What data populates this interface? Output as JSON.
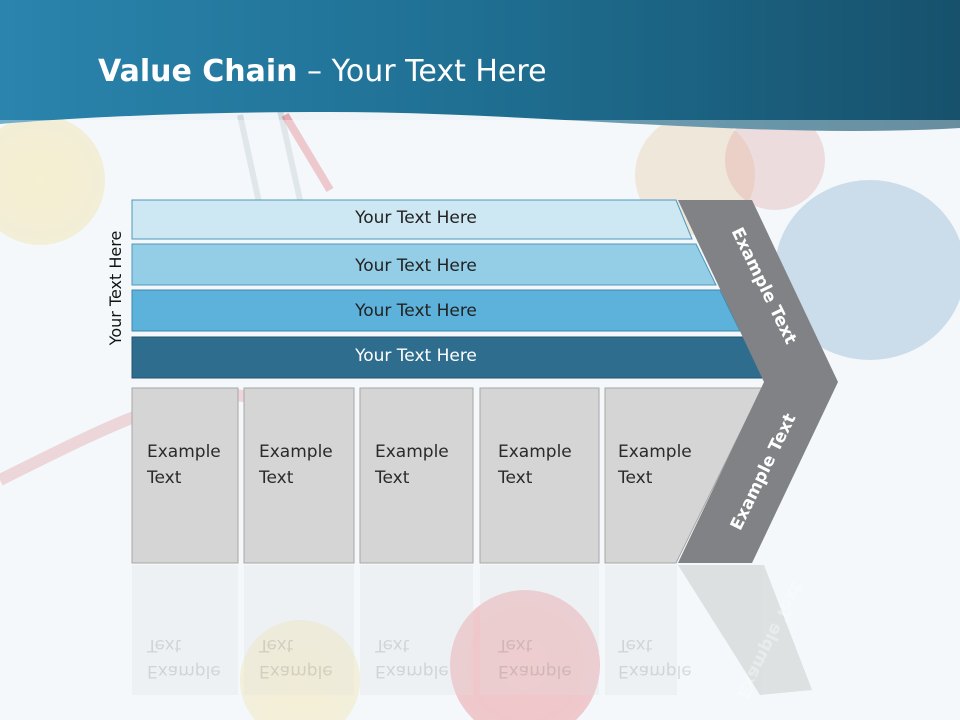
{
  "title": {
    "bold": "Value Chain",
    "rest": " – Your Text Here"
  },
  "side_label": "Your Text Here",
  "bars": [
    {
      "label": "Your Text Here",
      "color": "#cde7f3"
    },
    {
      "label": "Your Text Here",
      "color": "#93cde6"
    },
    {
      "label": "Your Text Here",
      "color": "#5cb2da"
    },
    {
      "label": "Your Text Here",
      "color": "#2f6d8e"
    }
  ],
  "boxes": [
    {
      "line1": "Example",
      "line2": "Text"
    },
    {
      "line1": "Example",
      "line2": "Text"
    },
    {
      "line1": "Example",
      "line2": "Text"
    },
    {
      "line1": "Example",
      "line2": "Text"
    },
    {
      "line1": "Example",
      "line2": "Text"
    }
  ],
  "chevron": {
    "top_label": "Example Text",
    "bottom_label": "Example Text",
    "color": "#808285"
  },
  "colors": {
    "header": "#1d6a8a",
    "box_fill": "#d5d5d5"
  }
}
